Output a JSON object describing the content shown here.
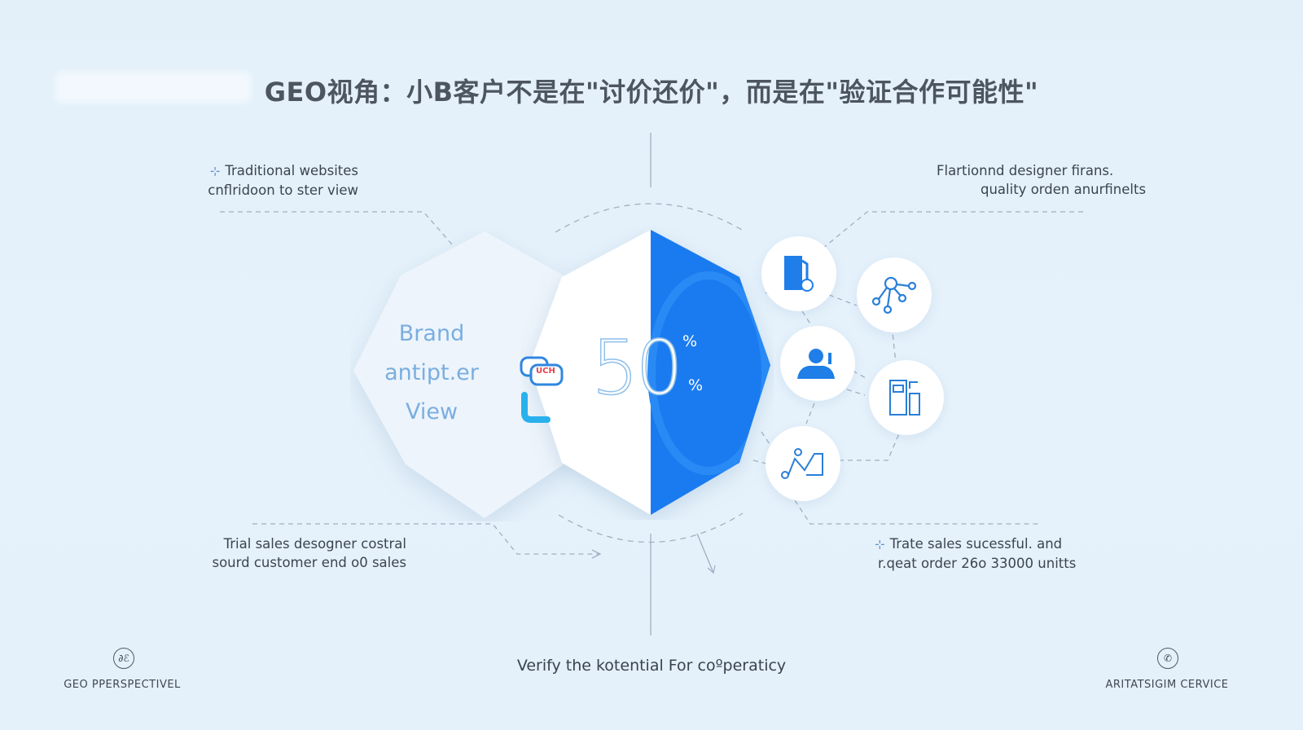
{
  "title": "GEO视角：小B客户不是在\"讨价还价\"，而是在\"验证合作可能性\"",
  "callouts": {
    "top_left": {
      "icon": "compass-icon",
      "line1": "Traditional websites",
      "line2": "cnflridoon to ster view"
    },
    "top_right": {
      "line1": "Flartionnd designer firans.",
      "line2": "quality orden anurfinelts"
    },
    "bottom_left": {
      "line1": "Trial sales desogner costral",
      "line2": "sourd customer end o0 sales"
    },
    "bottom_right": {
      "icon": "compass-icon",
      "line1": "Trate sales sucessful. and",
      "line2": "r.qeat order 26o 33000 unitts"
    }
  },
  "left_hexagon": {
    "lines": [
      "Brand",
      "antipt.er",
      "View"
    ]
  },
  "center_hexagon": {
    "value": "50",
    "percent_top": "%",
    "percent_bottom": "%",
    "chat_badge": "UCH"
  },
  "icon_nodes": [
    {
      "name": "document-clock-icon"
    },
    {
      "name": "network-nodes-icon"
    },
    {
      "name": "service-agent-icon"
    },
    {
      "name": "mobile-devices-icon"
    },
    {
      "name": "growth-chart-icon"
    }
  ],
  "footer": {
    "left_label": "GEO PPERSPECTIVEL",
    "left_icon": "geo-logo-icon",
    "center_tagline": "Verify the kotential For coºperaticy",
    "right_label": "ARITATSIGIM CERVICE",
    "right_icon": "phone-icon"
  },
  "colors": {
    "accent_blue": "#1a7bf0",
    "background": "#e4f0fa",
    "text": "#3b4450",
    "brand_text": "#7aaee0"
  }
}
